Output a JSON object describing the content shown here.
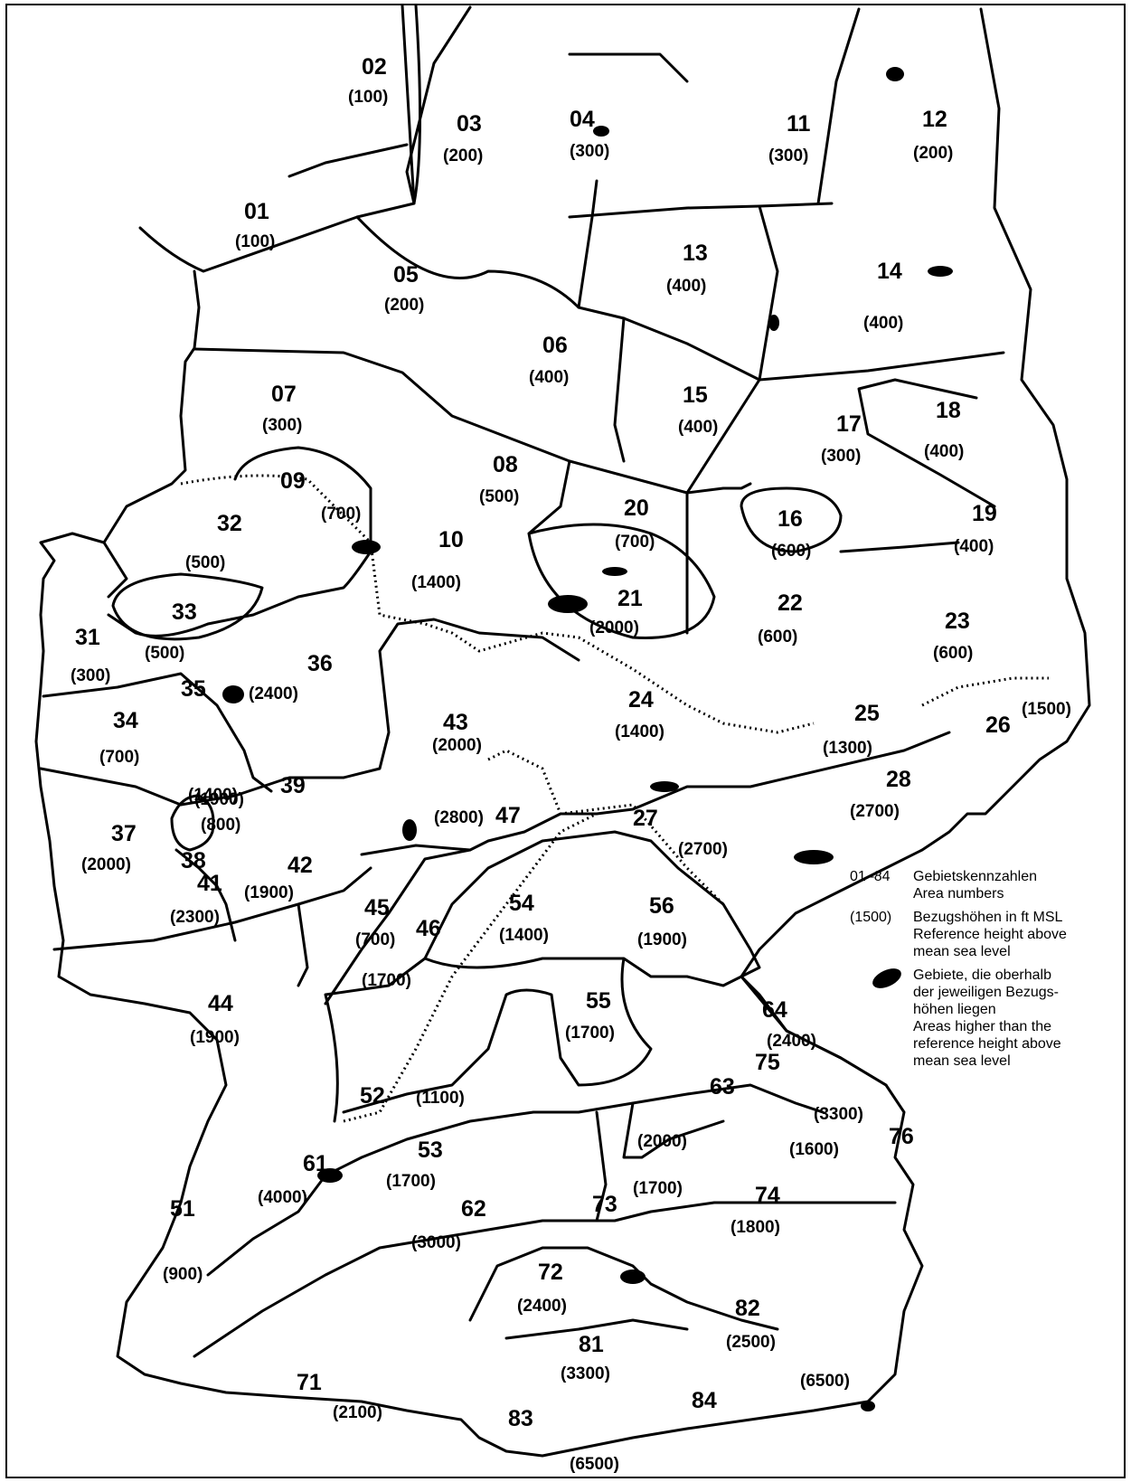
{
  "map": {
    "areas": [
      {
        "num": "01",
        "height": "(100)"
      },
      {
        "num": "02",
        "height": "(100)"
      },
      {
        "num": "03",
        "height": "(200)"
      },
      {
        "num": "04",
        "height": "(300)"
      },
      {
        "num": "05",
        "height": "(200)"
      },
      {
        "num": "06",
        "height": "(400)"
      },
      {
        "num": "07",
        "height": "(300)"
      },
      {
        "num": "08",
        "height": "(500)"
      },
      {
        "num": "09",
        "height": "(700)"
      },
      {
        "num": "10",
        "height": "(1400)"
      },
      {
        "num": "11",
        "height": "(300)"
      },
      {
        "num": "12",
        "height": "(200)"
      },
      {
        "num": "13",
        "height": "(400)"
      },
      {
        "num": "14",
        "height": "(400)"
      },
      {
        "num": "15",
        "height": "(400)"
      },
      {
        "num": "16",
        "height": "(600)"
      },
      {
        "num": "17",
        "height": "(300)"
      },
      {
        "num": "18",
        "height": "(400)"
      },
      {
        "num": "19",
        "height": "(400)"
      },
      {
        "num": "20",
        "height": "(700)"
      },
      {
        "num": "21",
        "height": "(2000)"
      },
      {
        "num": "22",
        "height": "(600)"
      },
      {
        "num": "23",
        "height": "(600)"
      },
      {
        "num": "24",
        "height": "(1400)"
      },
      {
        "num": "25",
        "height": "(1300)"
      },
      {
        "num": "26",
        "height": "(1500)"
      },
      {
        "num": "27",
        "height": "(2700)"
      },
      {
        "num": "28",
        "height": "(2700)"
      },
      {
        "num": "31",
        "height": "(300)"
      },
      {
        "num": "32",
        "height": "(500)"
      },
      {
        "num": "33",
        "height": "(500)"
      },
      {
        "num": "34",
        "height": "(700)"
      },
      {
        "num": "35",
        "height": "(1400)"
      },
      {
        "num": "36",
        "height": "(2400)"
      },
      {
        "num": "37",
        "height": "(2000)"
      },
      {
        "num": "38",
        "height": "(800)"
      },
      {
        "num": "39",
        "height": "(1900)"
      },
      {
        "num": "41",
        "height": "(2300)"
      },
      {
        "num": "42",
        "height": "(1900)"
      },
      {
        "num": "43",
        "height": "(2000)"
      },
      {
        "num": "44",
        "height": "(1900)"
      },
      {
        "num": "45",
        "height": "(700)"
      },
      {
        "num": "46",
        "height": "(1700)"
      },
      {
        "num": "47",
        "height": "(2800)"
      },
      {
        "num": "51",
        "height": "(900)"
      },
      {
        "num": "52",
        "height": "(1100)"
      },
      {
        "num": "53",
        "height": "(1700)"
      },
      {
        "num": "54",
        "height": "(1400)"
      },
      {
        "num": "55",
        "height": "(1700)"
      },
      {
        "num": "56",
        "height": "(1900)"
      },
      {
        "num": "61",
        "height": "(4000)"
      },
      {
        "num": "62",
        "height": "(3000)"
      },
      {
        "num": "63",
        "height": "(2000)"
      },
      {
        "num": "64",
        "height": "(2400)"
      },
      {
        "num": "71",
        "height": "(2100)"
      },
      {
        "num": "72",
        "height": "(2400)"
      },
      {
        "num": "73",
        "height": "(1700)"
      },
      {
        "num": "74",
        "height": "(1800)"
      },
      {
        "num": "75",
        "height": "(1600)"
      },
      {
        "num": "76",
        "height": "(3300)"
      },
      {
        "num": "81",
        "height": "(3300)"
      },
      {
        "num": "82",
        "height": "(2500)"
      },
      {
        "num": "83",
        "height": "(6500)"
      },
      {
        "num": "84",
        "height": "(6500)"
      }
    ]
  },
  "legend": {
    "area_key": "01–84",
    "area_de": "Gebietskennzahlen",
    "area_en": "Area numbers",
    "height_key": "(1500)",
    "height_de": "Bezugshöhen in ft MSL",
    "height_en_1": "Reference height above",
    "height_en_2": "mean sea level",
    "blob_de_1": "Gebiete, die oberhalb",
    "blob_de_2": "der jeweiligen Bezugs-",
    "blob_de_3": "höhen liegen",
    "blob_en_1": "Areas higher than the",
    "blob_en_2": "reference height above",
    "blob_en_3": "mean sea level",
    "blob_icon": "elevation-blob-icon"
  }
}
